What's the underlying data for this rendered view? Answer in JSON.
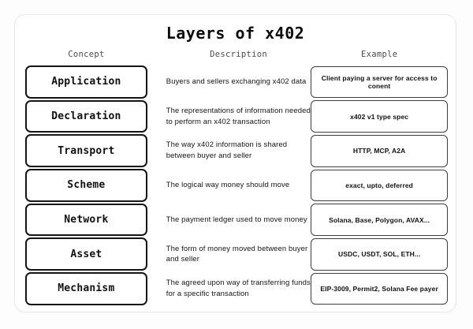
{
  "title": "Layers of x402",
  "columns": {
    "concept": "Concept",
    "description": "Description",
    "example": "Example"
  },
  "rows": [
    {
      "concept": "Application",
      "description": "Buyers and sellers exchanging x402 data",
      "example": "Client paying a server for access to conent"
    },
    {
      "concept": "Declaration",
      "description": "The representations of information needed to perform an x402 transaction",
      "example": "x402 v1 type spec"
    },
    {
      "concept": "Transport",
      "description": "The way x402 information is shared between buyer and seller",
      "example": "HTTP, MCP, A2A"
    },
    {
      "concept": "Scheme",
      "description": "The logical way money should move",
      "example": "exact, upto, deferred"
    },
    {
      "concept": "Network",
      "description": "The payment ledger used to move money",
      "example": "Solana, Base, Polygon, AVAX..."
    },
    {
      "concept": "Asset",
      "description": "The form of money moved between buyer and seller",
      "example": "USDC, USDT, SOL, ETH..."
    },
    {
      "concept": "Mechanism",
      "description": "The agreed upon way of transferring funds for a specific transaction",
      "example": "EIP-3009, Permit2, Solana Fee payer"
    }
  ],
  "colors": {
    "page_background": "#fdfdfd",
    "card_background": "#ffffff",
    "card_border": "#e8e8e8",
    "concept_box_border": "#151515",
    "example_box_border": "#3d3d3d",
    "title_text": "#0c0c0c",
    "header_text": "#4c4c4c",
    "body_text": "#161616"
  }
}
